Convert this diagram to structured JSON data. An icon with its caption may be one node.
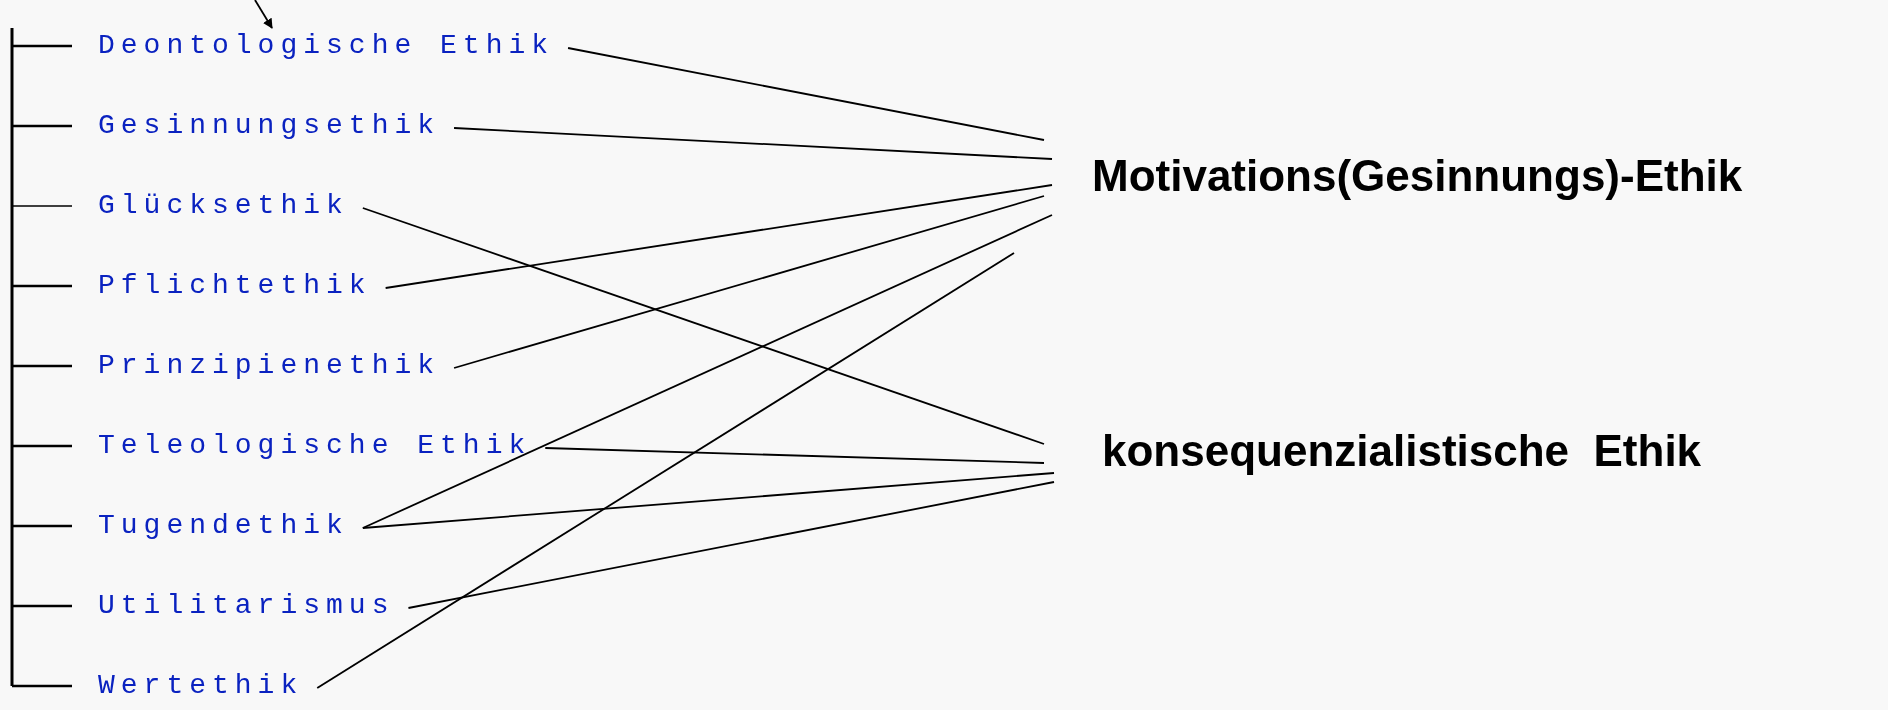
{
  "diagram": {
    "nodes": [
      {
        "text": [
          "Deontologische Ethik"
        ]
      },
      {
        "text": [
          "Gesinnungsethik"
        ]
      },
      {
        "text": [
          "Glücksethik"
        ]
      },
      {
        "text": [
          "Pflichtethik"
        ]
      },
      {
        "text": [
          "Prinzipienethik"
        ]
      },
      {
        "text": [
          "Teleologische Ethik"
        ]
      },
      {
        "text": [
          "Tugendethik"
        ]
      },
      {
        "text": [
          "Utilitarismus"
        ]
      },
      {
        "text": [
          "Wertethik"
        ]
      },
      {
        "text": [
          "Motivations(Gesinnungs)-Ethik"
        ]
      },
      {
        "text": [
          "konsequenzialistische  Ethik"
        ]
      }
    ],
    "edges": [
      {
        "from": null,
        "to": 0,
        "arrow": "to"
      },
      {
        "from": 0,
        "to": 9,
        "arrow": "none"
      },
      {
        "from": 1,
        "to": 9,
        "arrow": "none"
      },
      {
        "from": 2,
        "to": 10,
        "arrow": "none"
      },
      {
        "from": 3,
        "to": 9,
        "arrow": "none"
      },
      {
        "from": 4,
        "to": 9,
        "arrow": "none"
      },
      {
        "from": 5,
        "to": 10,
        "arrow": "none"
      },
      {
        "from": 6,
        "to": 9,
        "arrow": "none"
      },
      {
        "from": 6,
        "to": 10,
        "arrow": "none"
      },
      {
        "from": 7,
        "to": 10,
        "arrow": "none"
      },
      {
        "from": 8,
        "to": 9,
        "arrow": "none"
      }
    ]
  }
}
